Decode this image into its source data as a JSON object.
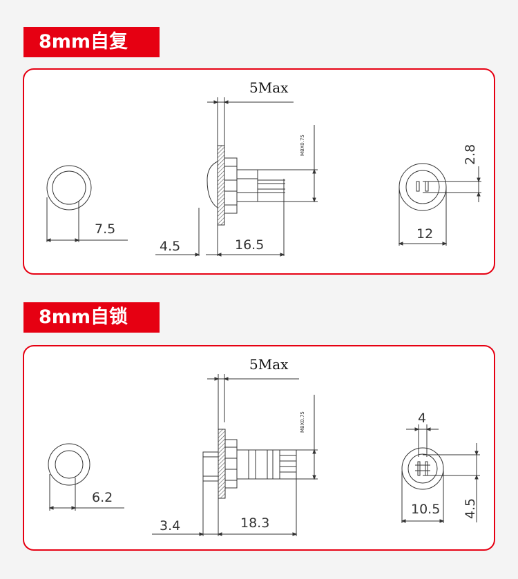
{
  "sections": [
    {
      "title": "8mm自复",
      "labels": {
        "max": "5Max",
        "thread": "M8X0.75",
        "front_dia": "7.5",
        "flange": "4.5",
        "length": "16.5",
        "rear_dia": "12",
        "pin_gap": "2.8"
      }
    },
    {
      "title": "8mm自锁",
      "labels": {
        "max": "5Max",
        "thread": "M8X0.75",
        "front_dia": "6.2",
        "flange": "3.4",
        "length": "18.3",
        "top_width": "4",
        "rear_dia": "10.5",
        "pin_gap": "4.5"
      }
    }
  ],
  "colors": {
    "accent": "#e60012",
    "line": "#333333",
    "hatch": "#666666"
  }
}
